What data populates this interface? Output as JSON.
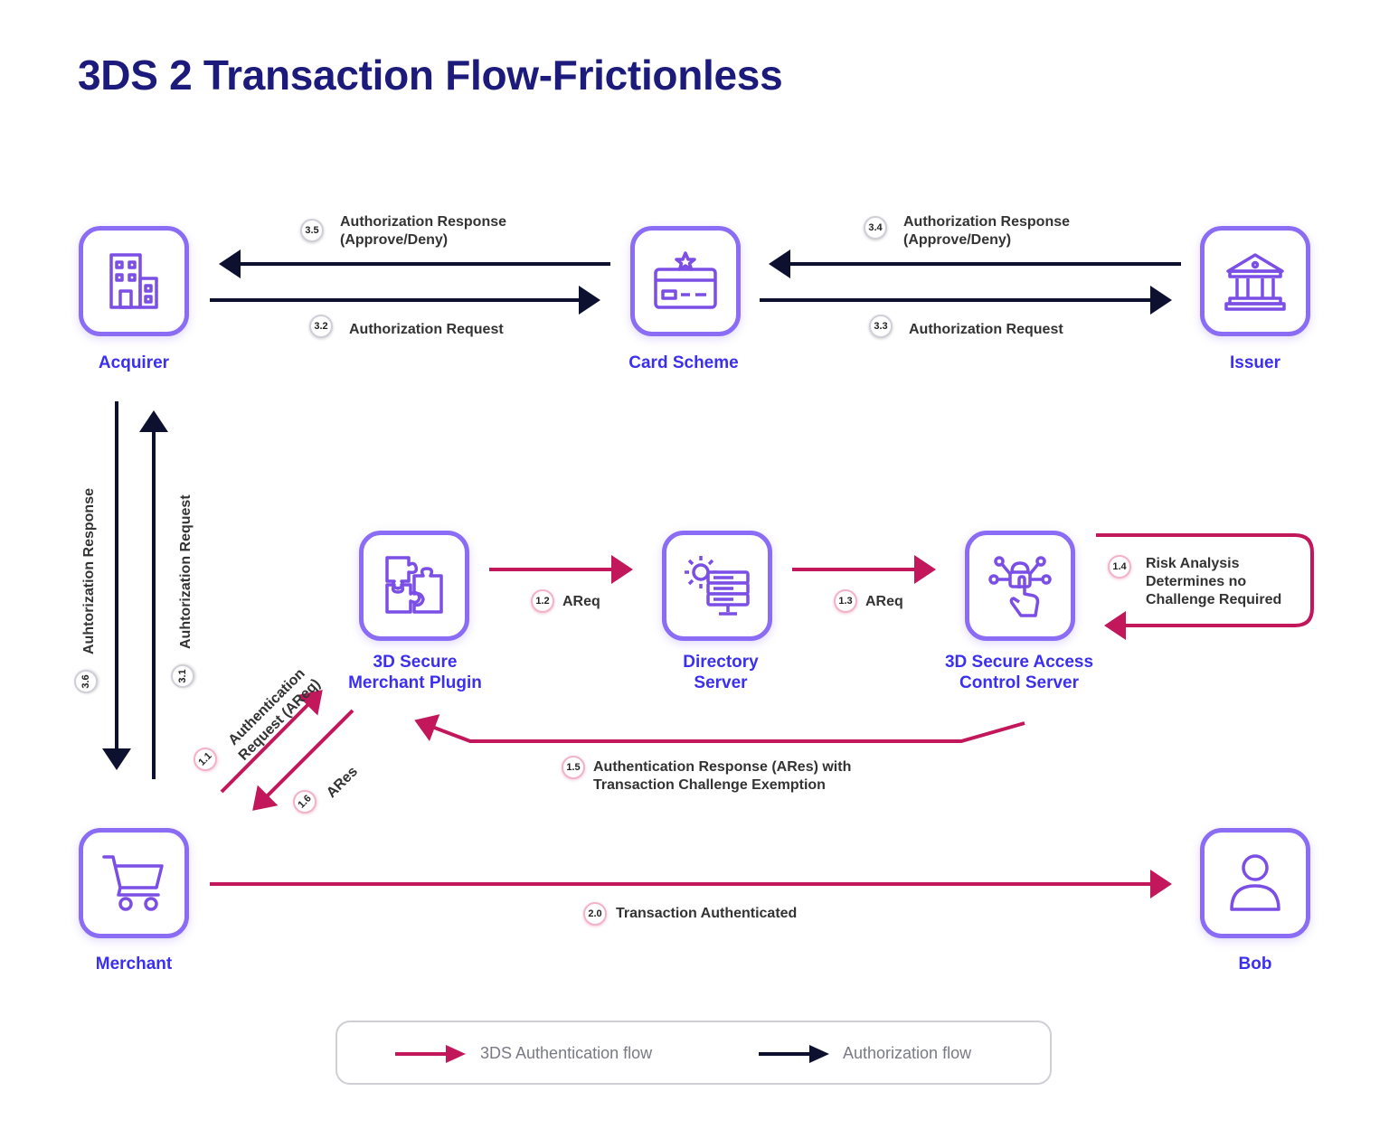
{
  "title": "3DS 2 Transaction Flow-Frictionless",
  "colors": {
    "auth_flow": "#c2185b",
    "authorization_flow": "#0e1030",
    "node_border": "#8b6cf5",
    "node_label": "#3b2ff0",
    "title": "#1c1a7a"
  },
  "nodes": {
    "acquirer": {
      "label": "Acquirer",
      "icon": "building-icon"
    },
    "card_scheme": {
      "label": "Card Scheme",
      "icon": "credit-card-star-icon"
    },
    "issuer": {
      "label": "Issuer",
      "icon": "bank-icon"
    },
    "merchant_plugin": {
      "label_line1": "3D Secure",
      "label_line2": "Merchant Plugin",
      "icon": "puzzle-icon"
    },
    "directory_server": {
      "label_line1": "Directory",
      "label_line2": "Server",
      "icon": "server-gear-icon"
    },
    "acs": {
      "label_line1": "3D Secure Access",
      "label_line2": "Control Server",
      "icon": "touch-lock-icon"
    },
    "merchant": {
      "label": "Merchant",
      "icon": "cart-icon"
    },
    "bob": {
      "label": "Bob",
      "icon": "user-icon"
    }
  },
  "steps": {
    "s35": {
      "num": "3.5",
      "line1": "Authorization Response",
      "line2": "(Approve/Deny)"
    },
    "s32": {
      "num": "3.2",
      "text": "Authorization Request"
    },
    "s34": {
      "num": "3.4",
      "line1": "Authorization Response",
      "line2": "(Approve/Deny)"
    },
    "s33": {
      "num": "3.3",
      "text": "Authorization Request"
    },
    "s36": {
      "num": "3.6",
      "text": "Auhtorization Response"
    },
    "s31": {
      "num": "3.1",
      "text": "Auhtorization Request"
    },
    "s11": {
      "num": "1.1",
      "line1": "Authentication",
      "line2": "Request (AReq)"
    },
    "s16": {
      "num": "1.6",
      "text": "ARes"
    },
    "s12": {
      "num": "1.2",
      "text": "AReq"
    },
    "s13": {
      "num": "1.3",
      "text": "AReq"
    },
    "s14": {
      "num": "1.4",
      "line1": "Risk Analysis",
      "line2": "Determines no",
      "line3": "Challenge Required"
    },
    "s15": {
      "num": "1.5",
      "line1": "Authentication Response (ARes) with",
      "line2": "Transaction Challenge Exemption"
    },
    "s20": {
      "num": "2.0",
      "text": "Transaction Authenticated"
    }
  },
  "legend": {
    "auth_label": "3DS Authentication flow",
    "authorization_label": "Authorization flow"
  }
}
